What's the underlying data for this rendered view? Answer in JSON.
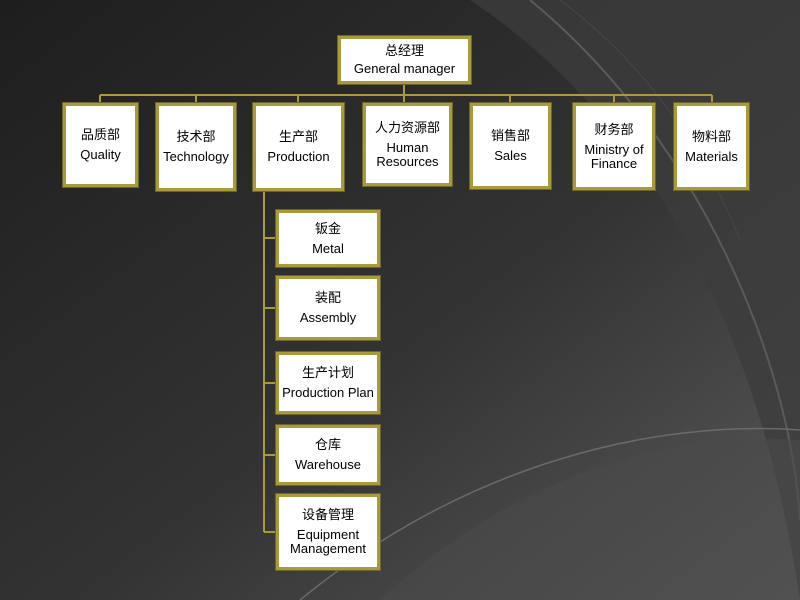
{
  "colors": {
    "connector": "#a99a3a",
    "box_border": "#a99a3a",
    "box_fill": "#ffffff",
    "background": "#2a2a2a"
  },
  "root": {
    "cn": "总经理",
    "en": "General manager"
  },
  "departments": [
    {
      "cn": "品质部",
      "en": "Quality"
    },
    {
      "cn": "技术部",
      "en": "Technology"
    },
    {
      "cn": "生产部",
      "en": "Production"
    },
    {
      "cn": "人力资源部",
      "en": "Human\nResources"
    },
    {
      "cn": "销售部",
      "en": "Sales"
    },
    {
      "cn": "财务部",
      "en": "Ministry of\nFinance"
    },
    {
      "cn": "物料部",
      "en": "Materials"
    }
  ],
  "production_units": [
    {
      "cn": "钣金",
      "en": "Metal"
    },
    {
      "cn": "装配",
      "en": "Assembly"
    },
    {
      "cn": "生产计划",
      "en": "Production Plan"
    },
    {
      "cn": "仓库",
      "en": "Warehouse"
    },
    {
      "cn": "设备管理",
      "en": "Equipment\nManagement"
    }
  ]
}
